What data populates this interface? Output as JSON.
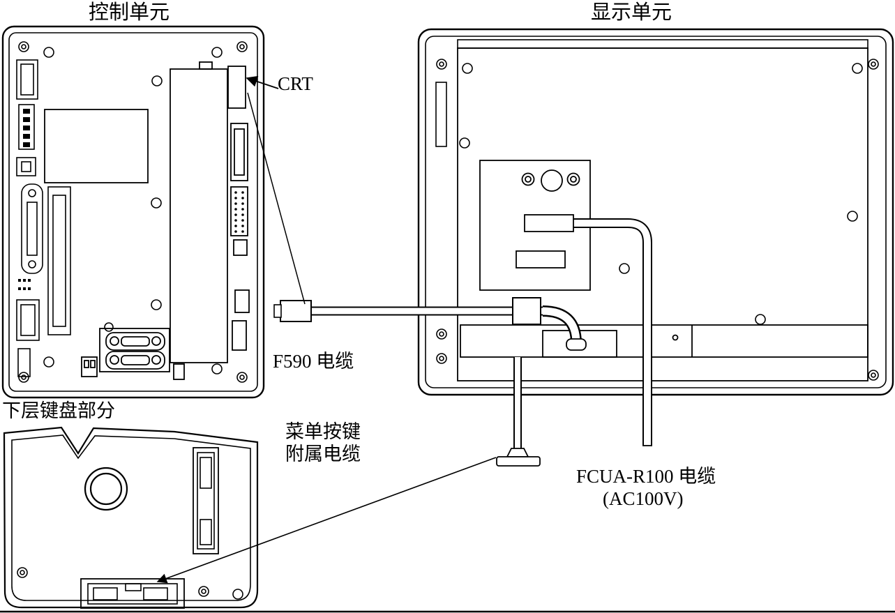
{
  "figure": {
    "background_color": "#ffffff",
    "line_color": "#000000",
    "titles": {
      "control_unit": "控制单元",
      "display_unit": "显示单元"
    },
    "labels": {
      "crt": "CRT",
      "f590_cable": "F590 电缆",
      "lower_keyboard": "下层键盘部分",
      "menu_key_cable_line1": "菜单按键",
      "menu_key_cable_line2": "附属电缆",
      "fcua_cable_line1": "FCUA-R100 电缆",
      "fcua_cable_line2": "(AC100V)"
    }
  }
}
